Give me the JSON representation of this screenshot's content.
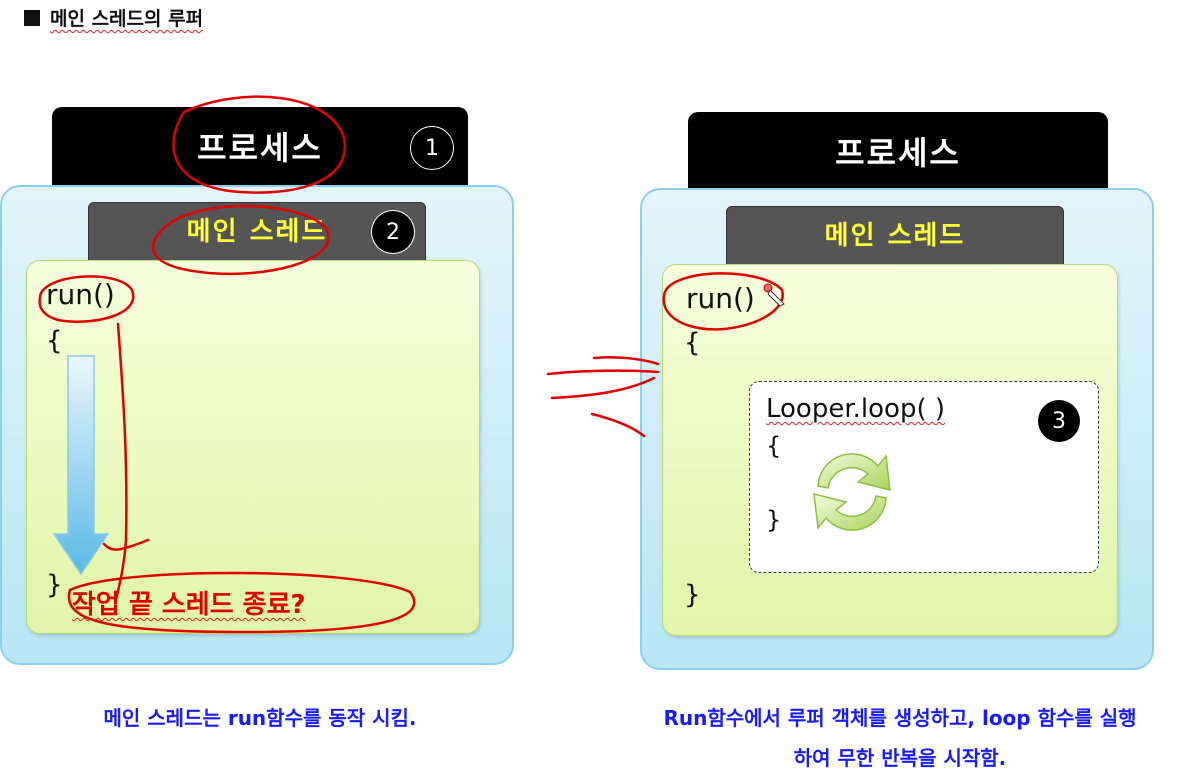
{
  "heading": {
    "title": "메인 스레드의 루퍼"
  },
  "left": {
    "process_label": "프로세스",
    "thread_label": "메인 스레드",
    "code_run": "run()",
    "brace_open": "{",
    "brace_close": "}",
    "annotation": "작업 끝 스레드 종료?",
    "badge_1": "1",
    "badge_2": "2",
    "caption": "메인 스레드는 run함수를 동작 시킴."
  },
  "right": {
    "process_label": "프로세스",
    "thread_label": "메인 스레드",
    "code_run": "run()",
    "brace_open": "{",
    "brace_close": "}",
    "loop_title": "Looper.loop( )",
    "loop_brace_open": "{",
    "loop_brace_close": "}",
    "badge_3": "3",
    "caption_line1": "Run함수에서 루퍼 객체를 생성하고, loop 함수를 실행",
    "caption_line2": "하여 무한 반복을 시작함."
  },
  "colors": {
    "accent_red": "#e00000",
    "caption_blue": "#1a1aff",
    "thread_label_yellow": "#ffff33"
  }
}
